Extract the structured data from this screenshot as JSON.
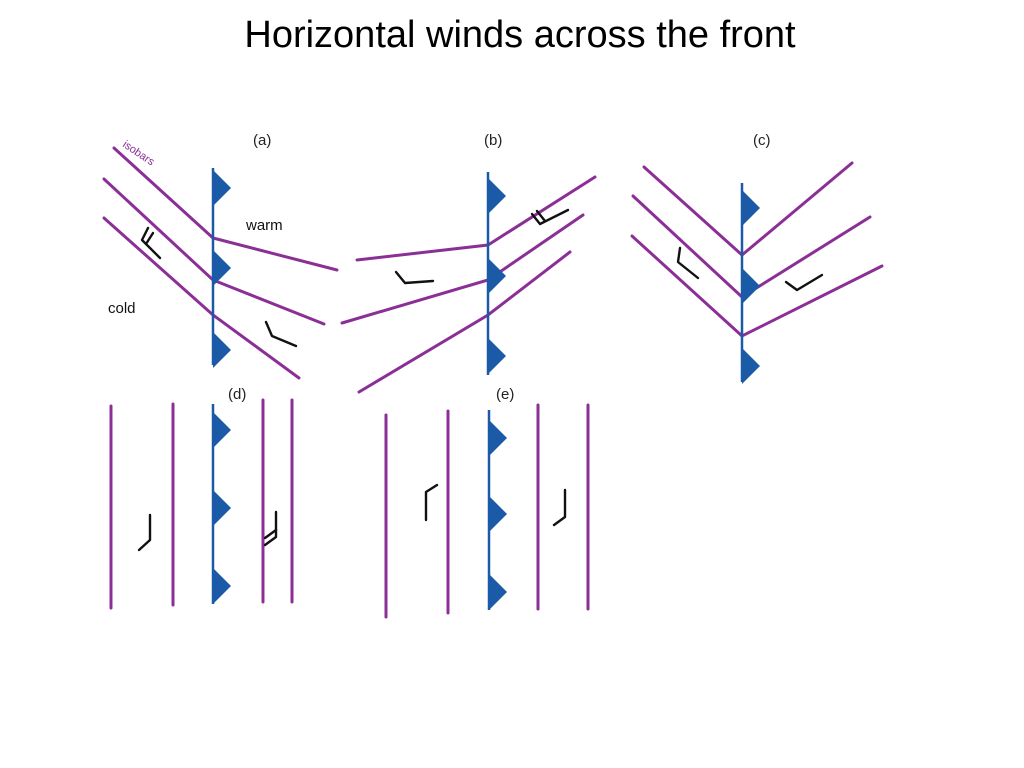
{
  "title": "Horizontal winds across the front",
  "labels": {
    "isobars": "isobars",
    "warm": "warm",
    "cold": "cold"
  },
  "panels": {
    "a": "(a)",
    "b": "(b)",
    "c": "(c)",
    "d": "(d)",
    "e": "(e)"
  },
  "colors": {
    "isobar": "#8b2f97",
    "front": "#1a5aa6",
    "barb": "#111111"
  }
}
